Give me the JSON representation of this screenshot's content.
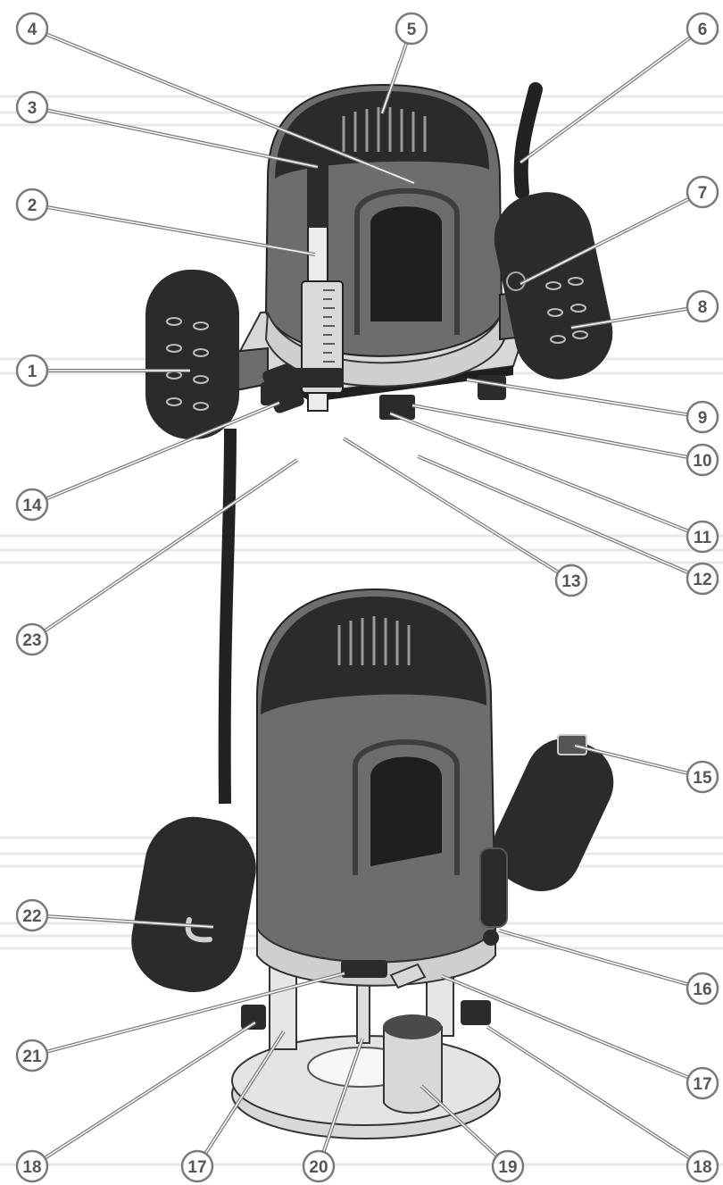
{
  "figure": {
    "subject": "Plunge router — front view (top) and rear view (bottom)",
    "colors": {
      "housing_dark": "#2b2b2b",
      "housing_grey": "#6d6d6d",
      "metal_light": "#d9d9d9",
      "callout": "#7a7a7a",
      "background_lines": "#e6e6e6"
    }
  },
  "callouts": [
    {
      "id": "c1",
      "label": "1"
    },
    {
      "id": "c2",
      "label": "2"
    },
    {
      "id": "c3",
      "label": "3"
    },
    {
      "id": "c4",
      "label": "4"
    },
    {
      "id": "c5",
      "label": "5"
    },
    {
      "id": "c6",
      "label": "6"
    },
    {
      "id": "c7",
      "label": "7"
    },
    {
      "id": "c8",
      "label": "8"
    },
    {
      "id": "c9",
      "label": "9"
    },
    {
      "id": "c10",
      "label": "10"
    },
    {
      "id": "c11",
      "label": "11"
    },
    {
      "id": "c12",
      "label": "12"
    },
    {
      "id": "c13",
      "label": "13"
    },
    {
      "id": "c14",
      "label": "14"
    },
    {
      "id": "c23",
      "label": "23"
    },
    {
      "id": "c15",
      "label": "15"
    },
    {
      "id": "c16",
      "label": "16"
    },
    {
      "id": "c17a",
      "label": "17"
    },
    {
      "id": "c17b",
      "label": "17"
    },
    {
      "id": "c18a",
      "label": "18"
    },
    {
      "id": "c18b",
      "label": "18"
    },
    {
      "id": "c19",
      "label": "19"
    },
    {
      "id": "c20",
      "label": "20"
    },
    {
      "id": "c21",
      "label": "21"
    },
    {
      "id": "c22",
      "label": "22"
    }
  ]
}
